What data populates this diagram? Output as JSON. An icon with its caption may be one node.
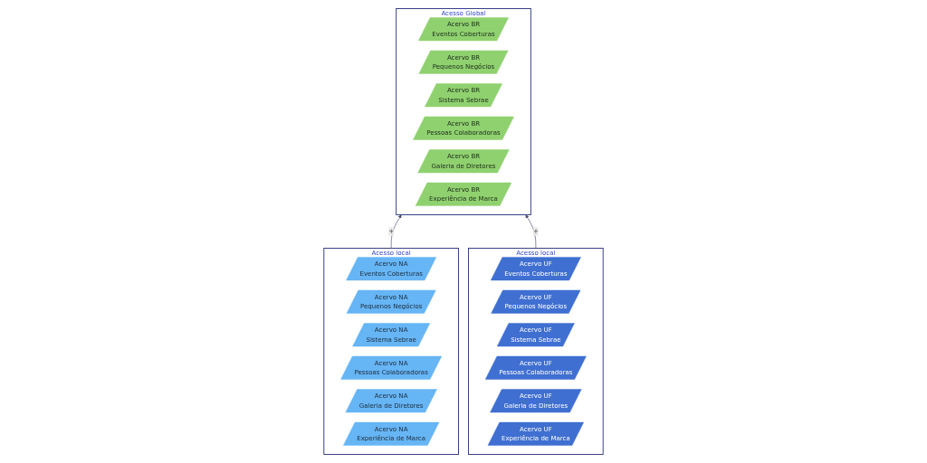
{
  "diagram": {
    "nodes": [
      {
        "text": [
          "Acesso Global"
        ]
      },
      {
        "text": [
          "Acervo BR",
          "Eventos Coberturas"
        ],
        "in": 0
      },
      {
        "text": [
          "Acervo BR",
          "Pequenos Negócios"
        ],
        "in": 0
      },
      {
        "text": [
          "Acervo BR",
          "Sistema Sebrae"
        ],
        "in": 0
      },
      {
        "text": [
          "Acervo BR",
          "Pessoas Colaboradoras"
        ],
        "in": 0
      },
      {
        "text": [
          "Acervo BR",
          "Galeria de Diretores"
        ],
        "in": 0
      },
      {
        "text": [
          "Acervo BR",
          "Experiência de Marca"
        ],
        "in": 0
      },
      {
        "text": [
          "Acesso local"
        ]
      },
      {
        "text": [
          "Acervo NA",
          "Eventos Coberturas"
        ],
        "in": 7
      },
      {
        "text": [
          "Acervo NA",
          "Pequenos Negócios"
        ],
        "in": 7
      },
      {
        "text": [
          "Acervo NA",
          "Sistema Sebrae"
        ],
        "in": 7
      },
      {
        "text": [
          "Acervo NA",
          "Pessoas Colaboradoras"
        ],
        "in": 7
      },
      {
        "text": [
          "Acervo NA",
          "Galeria de Diretores"
        ],
        "in": 7
      },
      {
        "text": [
          "Acervo NA",
          "Experiência de Marca"
        ],
        "in": 7
      },
      {
        "text": [
          "Acesso local"
        ]
      },
      {
        "text": [
          "Acervo UF",
          "Eventos Coberturas"
        ],
        "in": 14
      },
      {
        "text": [
          "Acervo UF",
          "Pequenos Negócios"
        ],
        "in": 14
      },
      {
        "text": [
          "Acervo UF",
          "Sistema Sebrae"
        ],
        "in": 14
      },
      {
        "text": [
          "Acervo UF",
          "Pessoas Colaboradoras"
        ],
        "in": 14
      },
      {
        "text": [
          "Acervo UF",
          "Galeria de Diretores"
        ],
        "in": 14
      },
      {
        "text": [
          "Acervo UF",
          "Experiência de Marca"
        ],
        "in": 14
      }
    ],
    "edges": [
      {
        "from": 7,
        "to": 0,
        "arrow": "to",
        "label": "+"
      },
      {
        "from": 14,
        "to": 0,
        "arrow": "to",
        "label": "+"
      }
    ]
  }
}
